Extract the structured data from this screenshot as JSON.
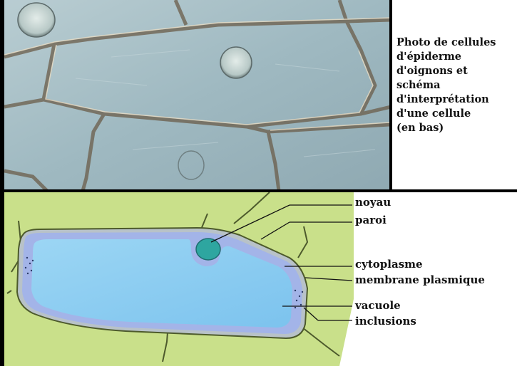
{
  "caption": {
    "lines": [
      "Photo de cellules",
      "d'épiderme",
      "d'oignons et",
      "schéma",
      "d'interprétation",
      "d'une cellule",
      "(en bas)"
    ]
  },
  "labels": {
    "noyau": "noyau",
    "paroi": "paroi",
    "cytoplasme": "cytoplasme",
    "membrane": "membrane plasmique",
    "vacuole": "vacuole",
    "inclusions": "inclusions"
  },
  "colors": {
    "background_green": "#c9e08a",
    "cell_wall": "#9aa6ad",
    "cytoplasm": "#9fb2e6",
    "vacuole": "#8fd0f2",
    "nucleus": "#2ea6a0",
    "photo_base": "#9fb8bf"
  }
}
